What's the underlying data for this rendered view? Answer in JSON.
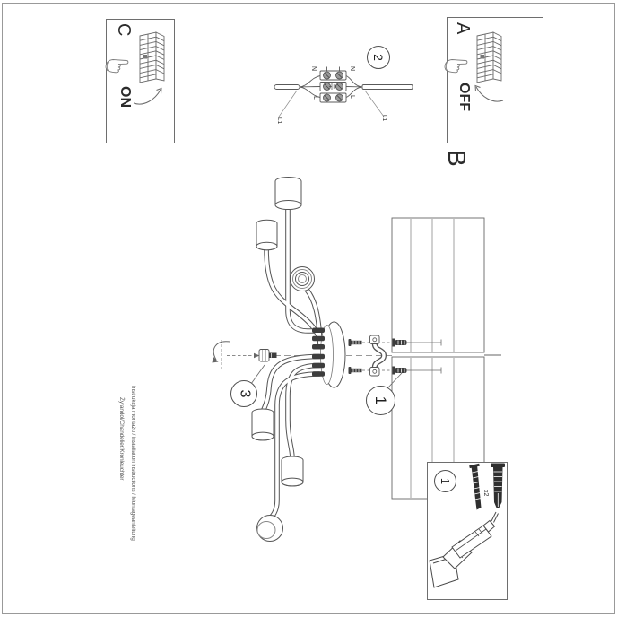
{
  "ink_color": "#4a4a4a",
  "footer": {
    "line1": "Instrukcja montażu / installation instructions / Montageanleitung",
    "line2": "Żyrandol/Chandelier/Kronleuchter"
  },
  "sections": {
    "a": {
      "label": "A",
      "switch_state": "OFF"
    },
    "b": {
      "label": "B"
    },
    "c": {
      "label": "C",
      "switch_state": "ON"
    }
  },
  "callouts": {
    "wiring_step": "2",
    "anchor_step": "1",
    "set_screw_step": "3",
    "parts_box_step": "1"
  },
  "wiring_labels": {
    "neutral": "N",
    "live": "L",
    "switched_live": "L1"
  },
  "parts": {
    "screw_plug_qty": "x2"
  }
}
